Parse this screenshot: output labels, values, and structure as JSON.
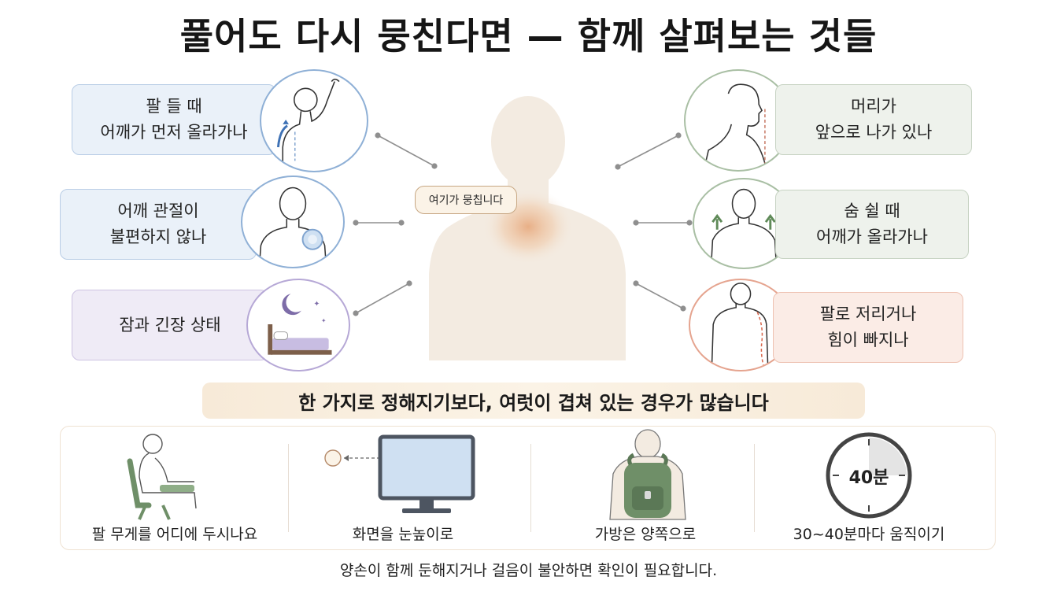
{
  "title": "풀어도 다시 뭉친다면 — 함께 살펴보는 것들",
  "center": {
    "bubble": "여기가 뭉칩니다"
  },
  "left_items": [
    {
      "label": "팔 들 때\n어깨가 먼저 올라가나",
      "icon": "arm-raise-icon",
      "accent": "#7fa3cf"
    },
    {
      "label": "어깨 관절이\n불편하지 않나",
      "icon": "shoulder-joint-icon",
      "accent": "#7fa3cf"
    },
    {
      "label": "잠과 긴장 상태",
      "icon": "sleep-moon-icon",
      "accent": "#a797c6"
    }
  ],
  "right_items": [
    {
      "label": "머리가\n앞으로 나가 있나",
      "icon": "head-profile-icon",
      "accent": "#9fb49a"
    },
    {
      "label": "숨 쉴 때\n어깨가 올라가나",
      "icon": "breathing-shoulder-icon",
      "accent": "#9fb49a"
    },
    {
      "label": "팔로 저리거나\n힘이 빠지나",
      "icon": "arm-numbness-icon",
      "accent": "#e7a48c"
    }
  ],
  "banner": "한 가지로 정해지기보다, 여럿이 겹쳐 있는 경우가 많습니다",
  "tips": [
    {
      "label": "팔 무게를 어디에 두시나요",
      "icon": "armrest-chair-icon"
    },
    {
      "label": "화면을 눈높이로",
      "icon": "monitor-eye-level-icon"
    },
    {
      "label": "가방은 양쪽으로",
      "icon": "backpack-icon"
    },
    {
      "label": "30~40분마다 움직이기",
      "icon": "timer-icon",
      "timer_text": "40분"
    }
  ],
  "footer": "양손이 함께 둔해지거나 걸음이 불안하면 확인이 필요합니다.",
  "colors": {
    "blue_box": "#eaf1f9",
    "purple_box": "#efebf6",
    "green_box": "#eef2ec",
    "peach_box": "#fbece6",
    "body_tone": "#f4ece2",
    "hotspot": "#e9b48a",
    "green_accent": "#5f8a58"
  }
}
